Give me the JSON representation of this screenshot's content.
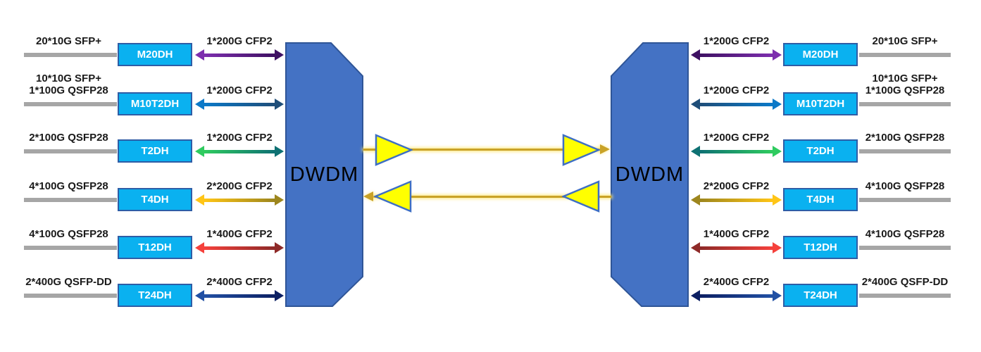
{
  "dwdm": {
    "left_label": "DWDM",
    "right_label": "DWDM"
  },
  "colors": {
    "dwdm_fill": "#4472C4",
    "dwdm_border": "#2F5597",
    "box_fill": "#0AB1F0",
    "box_border": "#2E5DA6",
    "gray_arrow": "#A6A6A6",
    "amp_fill": "#FFFF00",
    "amp_border": "#3E6FC4",
    "fiber_line": "#C9A227",
    "fiber_glow": "#FFE97D"
  },
  "rows": [
    {
      "module": "M20DH",
      "client": "20*10G SFP+",
      "line": "1*200G CFP2",
      "c_light": "#7D2EAE",
      "c_dark": "#3F1163"
    },
    {
      "module": "M10T2DH",
      "client": "10*10G SFP+\n1*100G QSFP28",
      "line": "1*200G CFP2",
      "c_light": "#0B79C8",
      "c_dark": "#1F4E79"
    },
    {
      "module": "T2DH",
      "client": "2*100G QSFP28",
      "line": "1*200G CFP2",
      "c_light": "#2FCB5F",
      "c_dark": "#0E7173"
    },
    {
      "module": "T4DH",
      "client": "4*100G QSFP28",
      "line": "2*200G CFP2",
      "c_light": "#FFC516",
      "c_dark": "#9D861E"
    },
    {
      "module": "T12DH",
      "client": "4*100G QSFP28",
      "line": "1*400G CFP2",
      "c_light": "#F5413C",
      "c_dark": "#8E2A28"
    },
    {
      "module": "T24DH",
      "client": "2*400G QSFP-DD",
      "line": "2*400G CFP2",
      "c_light": "#2150A4",
      "c_dark": "#0D2063"
    }
  ]
}
